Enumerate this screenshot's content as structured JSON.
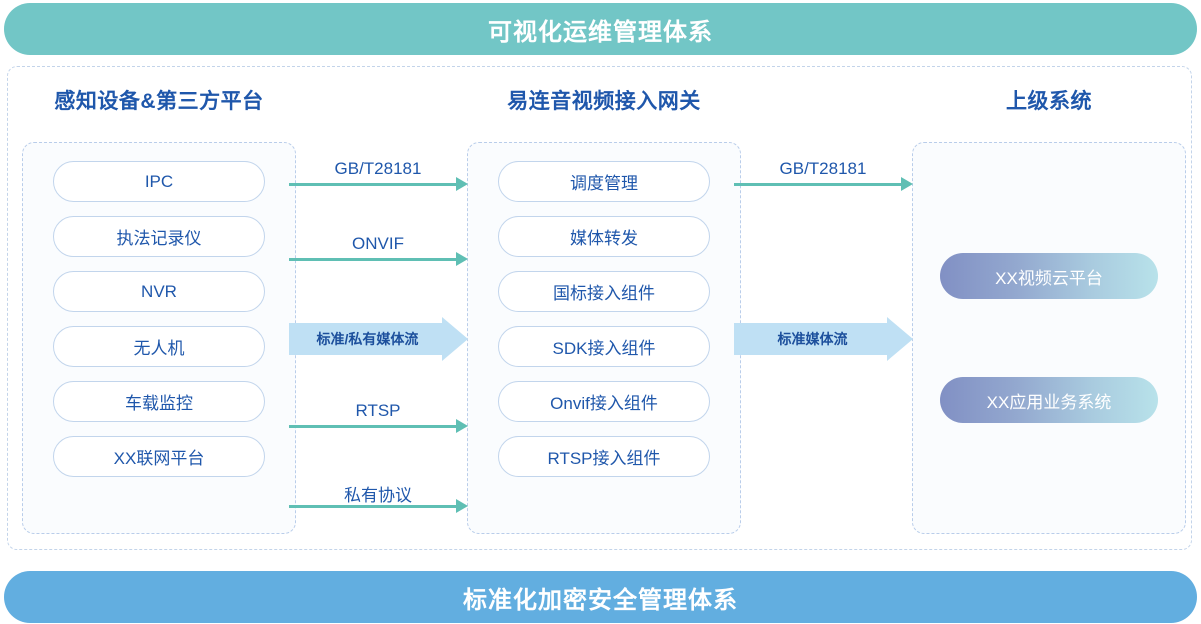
{
  "banners": {
    "top": "可视化运维管理体系",
    "bottom": "标准化加密安全管理体系",
    "top_color": "#72c6c6",
    "bottom_color": "#62aee0"
  },
  "columns": {
    "left": {
      "title": "感知设备&第三方平台",
      "items": [
        "IPC",
        "执法记录仪",
        "NVR",
        "无人机",
        "车载监控",
        "XX联网平台"
      ]
    },
    "middle": {
      "title": "易连音视频接入网关",
      "items": [
        "调度管理",
        "媒体转发",
        "国标接入组件",
        "SDK接入组件",
        "Onvif接入组件",
        "RTSP接入组件"
      ]
    },
    "right": {
      "title": "上级系统",
      "items": [
        "XX视频云平台",
        "XX应用业务系统"
      ]
    }
  },
  "arrows": {
    "left_to_middle": [
      {
        "label": "GB/T28181",
        "type": "line"
      },
      {
        "label": "ONVIF",
        "type": "line"
      },
      {
        "label": "标准/私有媒体流",
        "type": "block"
      },
      {
        "label": "RTSP",
        "type": "line"
      },
      {
        "label": "私有协议",
        "type": "line"
      }
    ],
    "middle_to_right": [
      {
        "label": "GB/T28181",
        "type": "line"
      },
      {
        "label": "标准媒体流",
        "type": "block"
      }
    ],
    "line_color": "#5fbfb4",
    "block_color": "#bfe0f4",
    "label_color": "#1f57ab"
  }
}
